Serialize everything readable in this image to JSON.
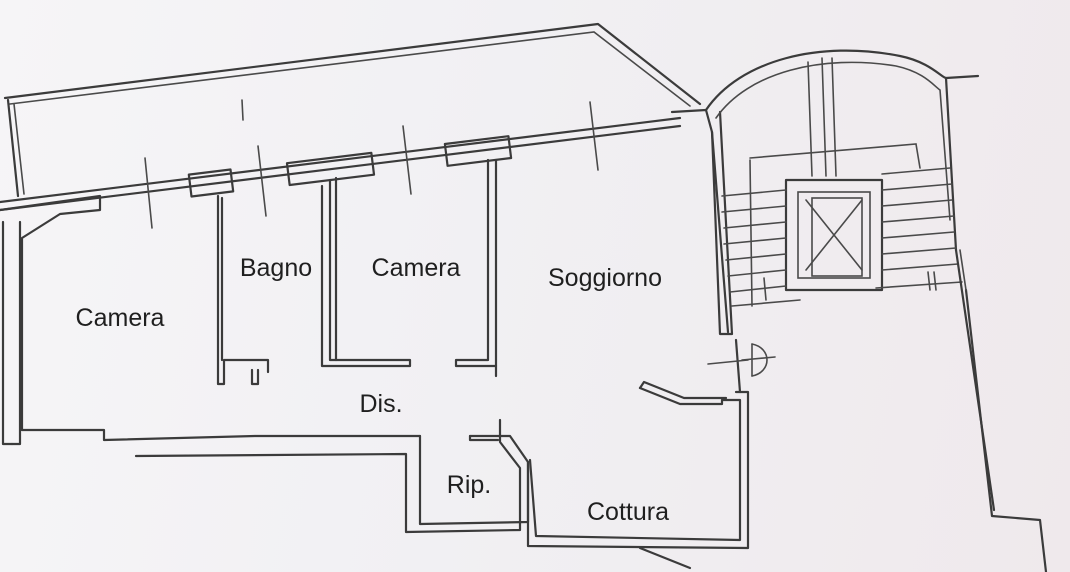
{
  "plan": {
    "rooms": {
      "camera_left": "Camera",
      "bagno": "Bagno",
      "camera_center": "Camera",
      "soggiorno": "Soggiorno",
      "dis": "Dis.",
      "rip": "Rip.",
      "cottura": "Cottura"
    },
    "colors": {
      "wall": "#3b3b3b",
      "paper": "#f4f3f5"
    }
  }
}
